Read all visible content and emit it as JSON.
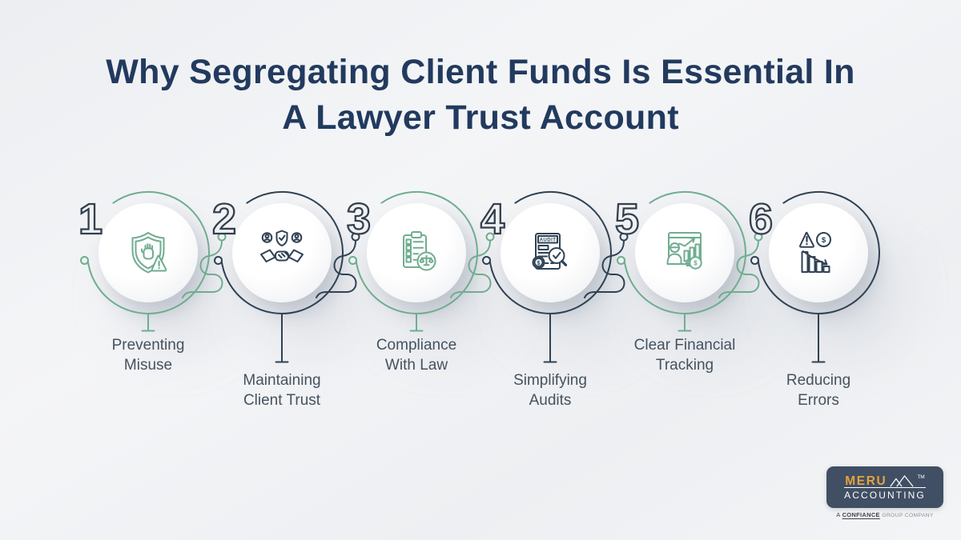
{
  "title": {
    "line1": "Why Segregating Client Funds Is Essential In",
    "line2": "A Lawyer Trust Account"
  },
  "colors": {
    "title_navy": "#223A5E",
    "accent_green": "#6FAD90",
    "accent_navy": "#2F4254",
    "number_outline": "#333F4D",
    "label_text": "#45525F",
    "background": "#F0F1F3",
    "logo_background": "#404F63",
    "logo_orange": "#E8A23E"
  },
  "steps": [
    {
      "number": "1",
      "label": "Preventing Misuse",
      "accent": "green",
      "icon": "shield-stop-hand-warning"
    },
    {
      "number": "2",
      "label": "Maintaining Client Trust",
      "accent": "navy",
      "icon": "handshake-trust"
    },
    {
      "number": "3",
      "label": "Compliance With Law",
      "accent": "green",
      "icon": "checklist-justice-scale"
    },
    {
      "number": "4",
      "label": "Simplifying Audits",
      "accent": "navy",
      "icon": "audit-report-magnifier",
      "icon_text": "AUDIT",
      "currency_symbol": "$"
    },
    {
      "number": "5",
      "label": "Clear Financial Tracking",
      "accent": "green",
      "icon": "financial-presentation",
      "currency_symbol": "$"
    },
    {
      "number": "6",
      "label": "Reducing Errors",
      "accent": "navy",
      "icon": "error-declining-chart",
      "currency_symbol": "$"
    }
  ],
  "logo": {
    "brand": "MERU",
    "brand_sub": "ACCOUNTING",
    "trademark": "TM",
    "tagline_prefix": "A",
    "tagline_brand": "CONFIANCE",
    "tagline_suffix": "GROUP COMPANY"
  }
}
